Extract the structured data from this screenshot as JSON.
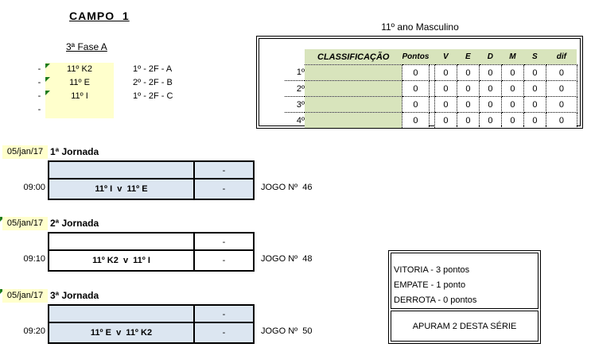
{
  "colors": {
    "highlight_yellow": "#FFFFCC",
    "row_blue": "#DCE6F1",
    "header_green": "#D8E4BC",
    "flag_green": "#1E7B1E"
  },
  "header": {
    "campo_title": "CAMPO  1",
    "fase_title": "3ª Fase A"
  },
  "teams": {
    "dashes": [
      "-",
      "-",
      "-",
      "-"
    ],
    "rows": [
      {
        "name": "11º K2",
        "qualifier": "1º - 2F - A"
      },
      {
        "name": "11º E",
        "qualifier": "2º - 2F - B"
      },
      {
        "name": "11º I",
        "qualifier": "1º - 2F - C"
      }
    ]
  },
  "classification": {
    "title": "11º ano Masculino",
    "headers": {
      "name": "CLASSIFICAÇÃO",
      "points": "Pontos",
      "v": "V",
      "e": "E",
      "d": "D",
      "m": "M",
      "s": "S",
      "dif": "dif"
    },
    "rows": [
      {
        "rank": "1º",
        "values": [
          "0",
          "0",
          "0",
          "0",
          "0",
          "0",
          "0"
        ]
      },
      {
        "rank": "2º",
        "values": [
          "0",
          "0",
          "0",
          "0",
          "0",
          "0",
          "0"
        ]
      },
      {
        "rank": "3º",
        "values": [
          "0",
          "0",
          "0",
          "0",
          "0",
          "0",
          "0"
        ]
      },
      {
        "rank": "4º",
        "values": [
          "0",
          "0",
          "0",
          "0",
          "0",
          "0",
          "0"
        ]
      }
    ]
  },
  "jornadas": [
    {
      "date": "05/jan/17",
      "title": "1ª Jornada",
      "time": "09:00",
      "match": "11º I  v  11º E",
      "score_top": "-",
      "score_bottom": "-",
      "game": "JOGO Nº  46"
    },
    {
      "date": "05/jan/17",
      "title": "2ª Jornada",
      "time": "09:10",
      "match": "11º K2  v  11º I",
      "score_top": "-",
      "score_bottom": "-",
      "game": "JOGO Nº  48"
    },
    {
      "date": "05/jan/17",
      "title": "3ª Jornada",
      "time": "09:20",
      "match": "11º E  v  11º K2",
      "score_top": "-",
      "score_bottom": "-",
      "game": "JOGO Nº  50"
    }
  ],
  "info_box": {
    "rules": [
      "VITORIA - 3 pontos",
      "EMPATE - 1 ponto",
      "DERROTA - 0 pontos"
    ],
    "note": "APURAM 2 DESTA SÉRIE"
  }
}
